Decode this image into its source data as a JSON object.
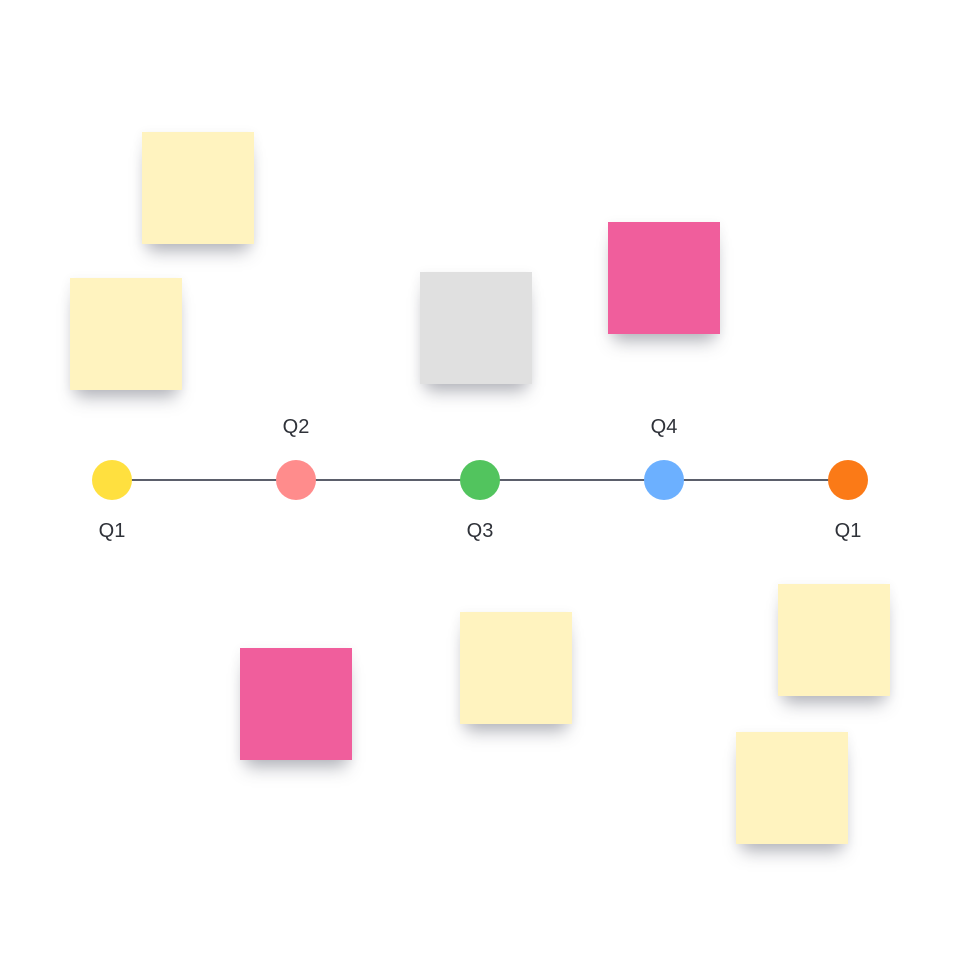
{
  "timeline": {
    "line_color": "#5b5f6b",
    "milestones": [
      {
        "label": "Q1",
        "color": "#FFE03F",
        "label_position": "below"
      },
      {
        "label": "Q2",
        "color": "#FF8C8C",
        "label_position": "above"
      },
      {
        "label": "Q3",
        "color": "#52C45E",
        "label_position": "below"
      },
      {
        "label": "Q4",
        "color": "#6CB0FF",
        "label_position": "above"
      },
      {
        "label": "Q1",
        "color": "#FB7A17",
        "label_position": "below"
      }
    ]
  },
  "sticky_notes": [
    {
      "color": "#FFF3BF"
    },
    {
      "color": "#FFF3BF"
    },
    {
      "color": "#E0E0E0"
    },
    {
      "color": "#F05E9C"
    },
    {
      "color": "#F05E9C"
    },
    {
      "color": "#FFF3BF"
    },
    {
      "color": "#FFF3BF"
    },
    {
      "color": "#FFF3BF"
    }
  ]
}
